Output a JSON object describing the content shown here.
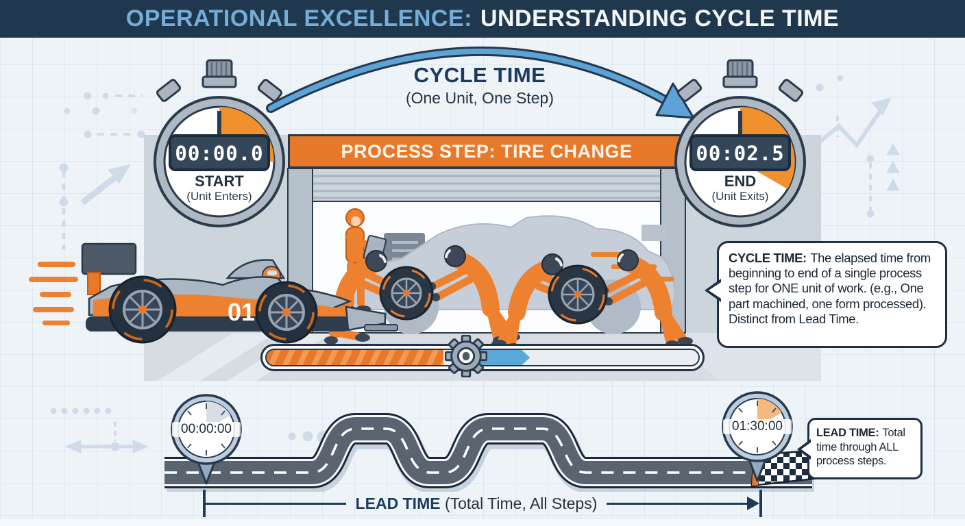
{
  "header": {
    "title_accent": "OPERATIONAL EXCELLENCE:",
    "title_main": "UNDERSTANDING CYCLE TIME"
  },
  "cycle_time_arc": {
    "title": "CYCLE TIME",
    "subtitle": "(One Unit, One Step)"
  },
  "process_step": {
    "label": "PROCESS STEP: TIRE CHANGE"
  },
  "stopwatch_start": {
    "time": "00:00.0",
    "label": "START",
    "sublabel": "(Unit Enters)"
  },
  "stopwatch_end": {
    "time": "00:02.5",
    "label": "END",
    "sublabel": "(Unit Exits)"
  },
  "race_car": {
    "number": "01"
  },
  "cycle_time_callout": {
    "term": "CYCLE TIME:",
    "body": "The elapsed time from beginning to end of a single process step for ONE unit of work. (e.g., One part machined, one form processed). Distinct from Lead Time."
  },
  "lead_time_track": {
    "start_time": "00:00:00",
    "end_time": "01:30:00"
  },
  "lead_time_callout": {
    "term": "LEAD TIME:",
    "body": "Total time through ALL process steps."
  },
  "lead_time_dimension": {
    "term": "LEAD TIME",
    "suffix": "(Total Time, All Steps)"
  },
  "colors": {
    "header_bg": "#20384e",
    "header_accent": "#74add8",
    "orange": "#e8792b",
    "arc_blue": "#5ea3d6",
    "stage_gray": "#ccd4dc",
    "navy_outline": "#22334a",
    "road_gray": "#5a6470"
  }
}
